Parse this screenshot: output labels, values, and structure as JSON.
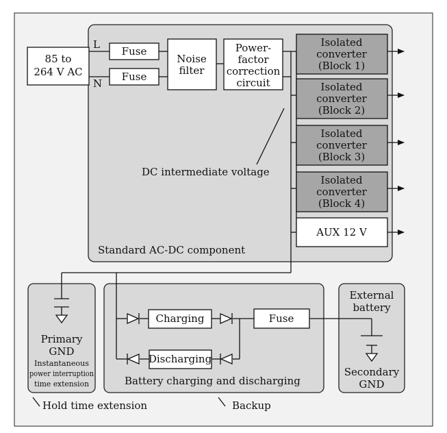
{
  "colors": {
    "panel_bg": "#f2f2f2",
    "group_bg": "#d9d9d9",
    "converter_bg": "#a6a6a6",
    "box_bg": "#ffffff",
    "line": "#111111"
  },
  "input": {
    "line1": "85 to",
    "line2": "264 V AC"
  },
  "lines": {
    "L": "L",
    "N": "N"
  },
  "fuse_top": "Fuse",
  "fuse_bottom": "Fuse",
  "noise_filter": {
    "line1": "Noise",
    "line2": "filter"
  },
  "pfc": {
    "line1": "Power-",
    "line2": "factor",
    "line3": "correction",
    "line4": "circuit"
  },
  "converters": [
    {
      "line1": "Isolated",
      "line2": "converter",
      "line3": "(Block 1)"
    },
    {
      "line1": "Isolated",
      "line2": "converter",
      "line3": "(Block 2)"
    },
    {
      "line1": "Isolated",
      "line2": "converter",
      "line3": "(Block 3)"
    },
    {
      "line1": "Isolated",
      "line2": "converter",
      "line3": "(Block 4)"
    }
  ],
  "aux": "AUX 12 V",
  "dc_label": "DC intermediate voltage",
  "standard_label": "Standard AC-DC component",
  "hold": {
    "primary": "Primary",
    "gnd": "GND",
    "note1": "Instantaneous",
    "note2": "power interruption",
    "note3": "time extension",
    "caption": "Hold time extension"
  },
  "battery": {
    "charging": "Charging",
    "discharging": "Discharging",
    "fuse": "Fuse",
    "label": "Battery charging and discharging",
    "caption": "Backup"
  },
  "external": {
    "line1": "External",
    "line2": "battery",
    "secondary": "Secondary",
    "gnd": "GND"
  }
}
